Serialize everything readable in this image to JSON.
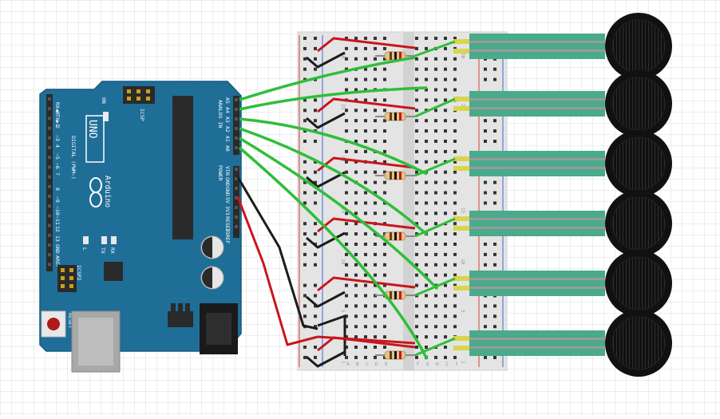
{
  "arduino": {
    "brand": "Arduino",
    "model": "UNO",
    "icsp_top": "ICSP",
    "icsp2": "ICSP2",
    "on_label": "ON",
    "reset_label": "RESET",
    "l_label": "L",
    "tx_label": "TX",
    "rx_label": "RX",
    "digital_header": "DIGITAL (PWM~)",
    "analog_header": "ANALOG IN",
    "power_header": "POWER",
    "tx_pin": "TX▶1",
    "rx_pin": "RX◀0",
    "aref": "AREF",
    "gnd_top": "GND",
    "digital_pins": [
      "2",
      "~3",
      "4",
      "~5",
      "~6",
      "7",
      "8",
      "~9",
      "~10",
      "~11",
      "12",
      "13"
    ],
    "analog_pins": [
      "A5",
      "A4",
      "A3",
      "A2",
      "A1",
      "A0"
    ],
    "power_pins": [
      "VIN",
      "GND",
      "GND",
      "5V",
      "3V3",
      "RESET",
      "IOREF"
    ]
  },
  "breadboard": {
    "row_numbers": [
      "1",
      "5",
      "10",
      "15",
      "20",
      "25",
      "30"
    ],
    "column_letters_left": [
      "A",
      "B",
      "C",
      "D",
      "E"
    ],
    "column_letters_right": [
      "F",
      "G",
      "H",
      "I",
      "J"
    ]
  },
  "sensor_count": 6,
  "colors": {
    "board": "#1e6e98",
    "wire_analog": "#2fbe3a",
    "wire_power": "#c8161c",
    "wire_ground": "#1c1c1c",
    "fsr_tail": "#4aaa8c",
    "breadboard": "#e2e2e2"
  }
}
